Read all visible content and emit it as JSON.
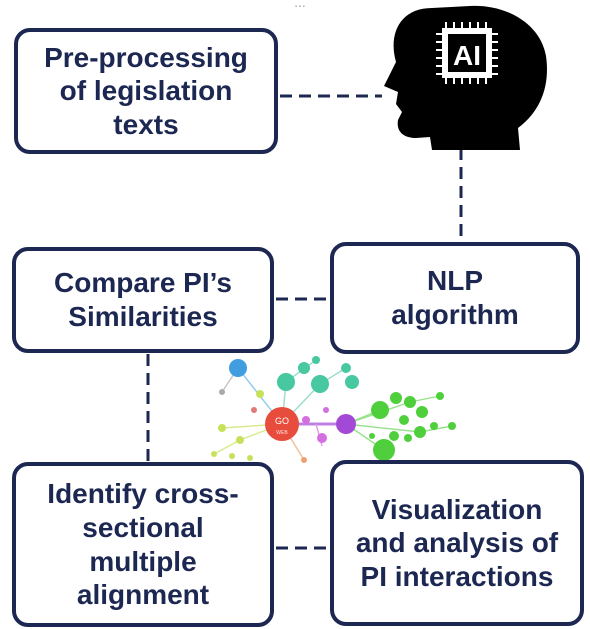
{
  "caption_partial": "...",
  "ai_head": {
    "chip_label": "AI"
  },
  "network": {
    "center_node_label": "GO",
    "center_node_sublabel": "WEB"
  },
  "boxes": {
    "preprocessing": "Pre-processing\nof legislation\ntexts",
    "compare": "Compare PI’s\nSimilarities",
    "nlp": "NLP\nalgorithm",
    "identify": "Identify cross-\nsectional\nmultiple\nalignment",
    "visualization": "Visualization\nand analysis of\nPI interactions"
  },
  "colors": {
    "box_border": "#1c2752",
    "text": "#1c2752",
    "head": "#000000",
    "node_red": "#e74c3c",
    "node_purple": "#a449d6",
    "node_green": "#4fcf3c",
    "node_teal": "#48c8a0",
    "node_blue": "#3f9de0",
    "node_lime": "#b6e04a"
  }
}
